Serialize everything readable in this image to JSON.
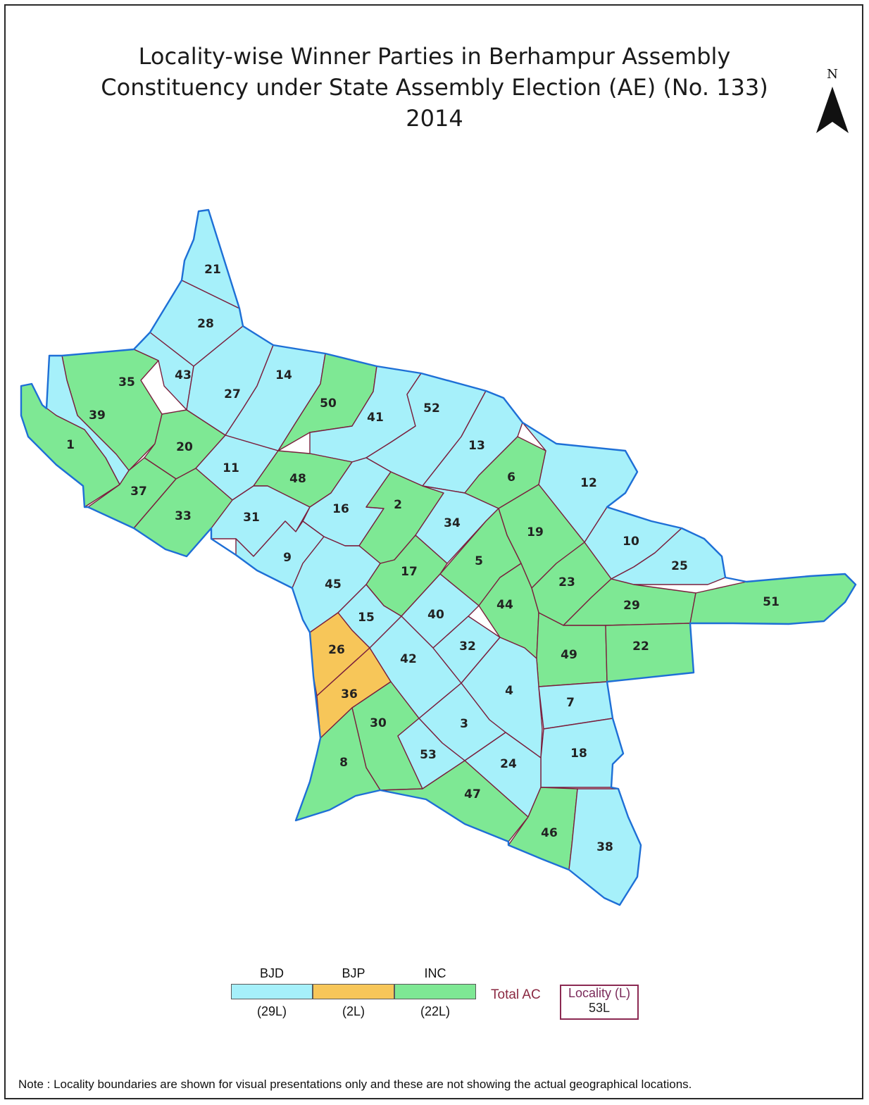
{
  "title": {
    "line1": "Locality-wise Winner Parties in Berhampur Assembly",
    "line2": "Constituency under State Assembly Election (AE) (No. 133)",
    "line3": "2014"
  },
  "north_arrow": {
    "letter": "N",
    "icon": "north-arrow-icon"
  },
  "colors": {
    "BJD": "#a6f0fa",
    "BJP": "#f7c659",
    "INC": "#7ee894",
    "boundary": "#7a1f3d",
    "outline": "#1e6fd6"
  },
  "localities": [
    {
      "id": "1",
      "party": "INC"
    },
    {
      "id": "2",
      "party": "INC"
    },
    {
      "id": "3",
      "party": "BJD"
    },
    {
      "id": "4",
      "party": "BJD"
    },
    {
      "id": "5",
      "party": "INC"
    },
    {
      "id": "6",
      "party": "INC"
    },
    {
      "id": "7",
      "party": "BJD"
    },
    {
      "id": "8",
      "party": "INC"
    },
    {
      "id": "9",
      "party": "BJD"
    },
    {
      "id": "10",
      "party": "BJD"
    },
    {
      "id": "11",
      "party": "BJD"
    },
    {
      "id": "12",
      "party": "BJD"
    },
    {
      "id": "13",
      "party": "BJD"
    },
    {
      "id": "14",
      "party": "BJD"
    },
    {
      "id": "15",
      "party": "BJD"
    },
    {
      "id": "16",
      "party": "BJD"
    },
    {
      "id": "17",
      "party": "INC"
    },
    {
      "id": "18",
      "party": "BJD"
    },
    {
      "id": "19",
      "party": "INC"
    },
    {
      "id": "20",
      "party": "INC"
    },
    {
      "id": "21",
      "party": "BJD"
    },
    {
      "id": "22",
      "party": "INC"
    },
    {
      "id": "23",
      "party": "INC"
    },
    {
      "id": "24",
      "party": "BJD"
    },
    {
      "id": "25",
      "party": "BJD"
    },
    {
      "id": "26",
      "party": "BJP"
    },
    {
      "id": "27",
      "party": "BJD"
    },
    {
      "id": "28",
      "party": "BJD"
    },
    {
      "id": "29",
      "party": "INC"
    },
    {
      "id": "30",
      "party": "INC"
    },
    {
      "id": "31",
      "party": "BJD"
    },
    {
      "id": "32",
      "party": "BJD"
    },
    {
      "id": "33",
      "party": "INC"
    },
    {
      "id": "34",
      "party": "BJD"
    },
    {
      "id": "35",
      "party": "INC"
    },
    {
      "id": "36",
      "party": "BJP"
    },
    {
      "id": "37",
      "party": "INC"
    },
    {
      "id": "38",
      "party": "BJD"
    },
    {
      "id": "39",
      "party": "BJD"
    },
    {
      "id": "40",
      "party": "BJD"
    },
    {
      "id": "41",
      "party": "BJD"
    },
    {
      "id": "42",
      "party": "BJD"
    },
    {
      "id": "43",
      "party": "BJD"
    },
    {
      "id": "44",
      "party": "INC"
    },
    {
      "id": "45",
      "party": "BJD"
    },
    {
      "id": "46",
      "party": "INC"
    },
    {
      "id": "47",
      "party": "INC"
    },
    {
      "id": "48",
      "party": "INC"
    },
    {
      "id": "49",
      "party": "INC"
    },
    {
      "id": "50",
      "party": "INC"
    },
    {
      "id": "51",
      "party": "INC"
    },
    {
      "id": "52",
      "party": "BJD"
    },
    {
      "id": "53",
      "party": "BJD"
    }
  ],
  "legend": {
    "items": [
      {
        "party": "BJD",
        "count": "(29L)"
      },
      {
        "party": "BJP",
        "count": "(2L)"
      },
      {
        "party": "INC",
        "count": "(22L)"
      }
    ],
    "total_label": "Total AC",
    "locality_label": "Locality (L)",
    "locality_total": "53L"
  },
  "note": "Note : Locality boundaries are shown for visual presentations only and these are not showing the actual geographical locations."
}
